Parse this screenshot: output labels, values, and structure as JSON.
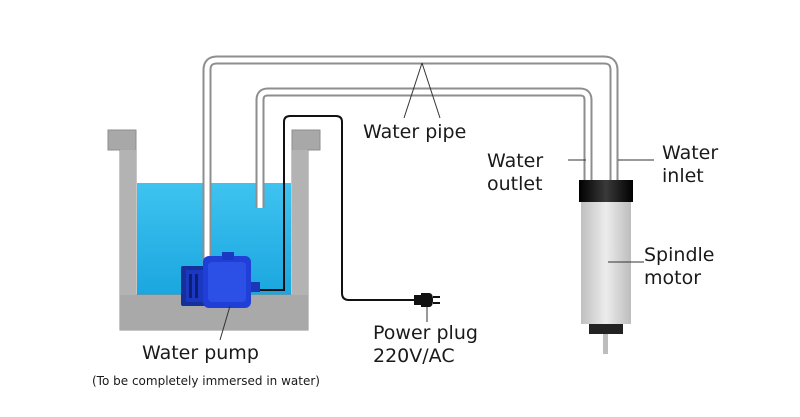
{
  "labels": {
    "water_pipe": "Water pipe",
    "water_outlet_line1": "Water",
    "water_outlet_line2": "outlet",
    "water_inlet_line1": "Water",
    "water_inlet_line2": "inlet",
    "spindle_line1": "Spindle",
    "spindle_line2": "motor",
    "power_plug_line1": "Power plug",
    "power_plug_line2": "220V/AC",
    "water_pump": "Water pump",
    "water_pump_note": "(To be completely immersed in water)"
  },
  "colors": {
    "tank_wall": "#a8a8a8",
    "water": "#35b6e6",
    "pump": "#1f3fd6",
    "pipe": "#9a9a9a",
    "spindle_body": "#d8d8d8",
    "spindle_cap": "#111111"
  },
  "icons": [
    "water-pump-icon",
    "power-plug-icon",
    "spindle-motor-icon"
  ]
}
